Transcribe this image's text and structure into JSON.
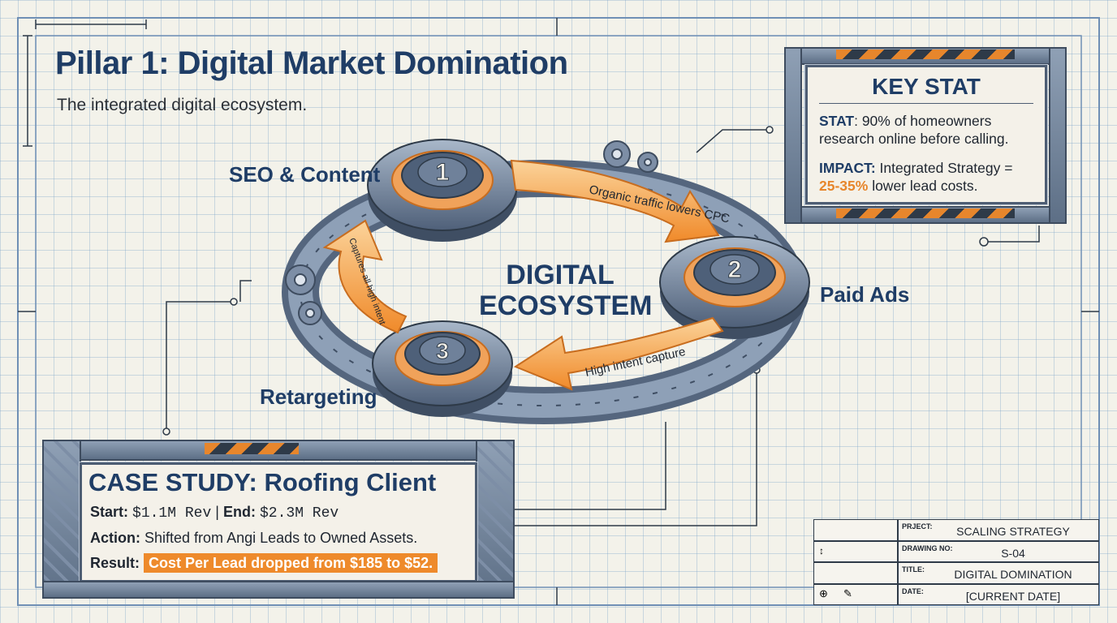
{
  "title": "Pillar 1: Digital Market Domination",
  "subtitle": "The integrated digital ecosystem.",
  "center_label_line1": "DIGITAL",
  "center_label_line2": "ECOSYSTEM",
  "nodes": [
    {
      "number": "1",
      "label": "SEO & Content"
    },
    {
      "number": "2",
      "label": "Paid Ads"
    },
    {
      "number": "3",
      "label": "Retargeting"
    }
  ],
  "arrows": [
    {
      "label": "Organic traffic lowers CPC"
    },
    {
      "label": "High intent capture"
    },
    {
      "label": "Captures all high intent"
    }
  ],
  "key_stat": {
    "heading": "KEY STAT",
    "stat_label": "STAT",
    "stat_text": ": 90% of homeowners research online before calling.",
    "impact_label": "IMPACT:",
    "impact_text": " Integrated Strategy =",
    "impact_highlight": "25-35%",
    "impact_tail": " lower lead costs."
  },
  "case_study": {
    "heading": "CASE STUDY: Roofing Client",
    "start_label": "Start:",
    "start_value": "$1.1M Rev",
    "separator": "|",
    "end_label": "End:",
    "end_value": "$2.3M Rev",
    "action_label": "Action:",
    "action_text": "Shifted from Angi Leads to Owned Assets.",
    "result_label": "Result:",
    "result_text": "Cost Per Lead dropped from $185 to $52."
  },
  "title_block": {
    "project_label": "PRJECT:",
    "project_value": "SCALING STRATEGY",
    "drawing_label": "DRAWING NO:",
    "drawing_value": "S-04",
    "title_label": "TITLE:",
    "title_value": "DIGITAL DOMINATION",
    "date_label": "DATE:",
    "date_value": "[CURRENT DATE]"
  },
  "colors": {
    "navy": "#1f3d66",
    "orange": "#e7862c",
    "steel": "#5d6f86",
    "paper": "#f3f2ea"
  }
}
